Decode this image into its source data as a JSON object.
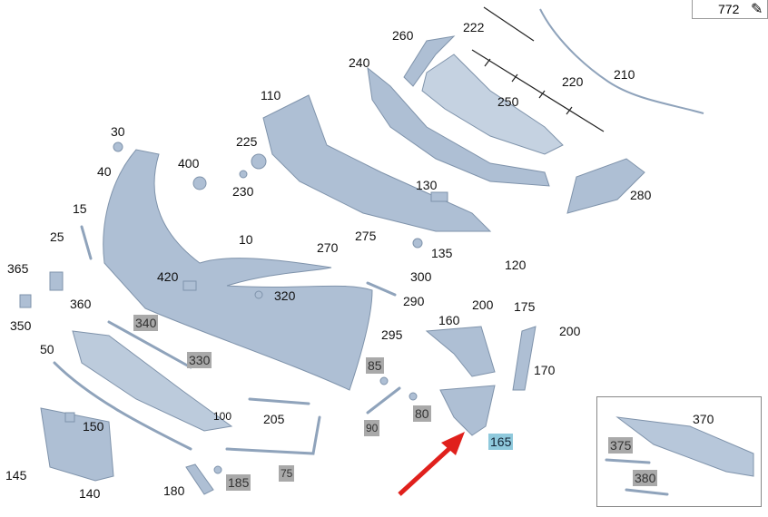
{
  "page_box": {
    "number": "772",
    "edit_icon": "edit-icon"
  },
  "labels": {
    "l222": "222",
    "l260": "260",
    "l240": "240",
    "l210": "210",
    "l220": "220",
    "l110": "110",
    "l250": "250",
    "l30": "30",
    "l225": "225",
    "l400": "400",
    "l40": "40",
    "l230": "230",
    "l130": "130",
    "l280": "280",
    "l15": "15",
    "l25": "25",
    "l10": "10",
    "l270": "270",
    "l275": "275",
    "l135": "135",
    "l120": "120",
    "l365": "365",
    "l300": "300",
    "l420": "420",
    "l320": "320",
    "l290": "290",
    "l360": "360",
    "l200a": "200",
    "l175": "175",
    "l350": "350",
    "l160": "160",
    "l340": "340",
    "l295": "295",
    "l200b": "200",
    "l50": "50",
    "l330": "330",
    "l85": "85",
    "l170": "170",
    "l100": "100",
    "l205": "205",
    "l370": "370",
    "l80": "80",
    "l90": "90",
    "l150": "150",
    "l165": "165",
    "l375": "375",
    "l145": "145",
    "l185": "185",
    "l75": "75",
    "l380": "380",
    "l140": "140",
    "l180": "180"
  },
  "colors": {
    "part": "#a9bdd3",
    "highlight": "#a9a9a9",
    "selected": "#8fc9dc",
    "arrow": "#e0201c"
  }
}
